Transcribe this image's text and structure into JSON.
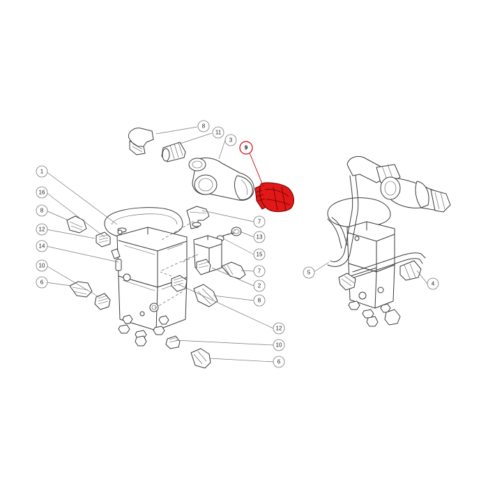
{
  "highlight": {
    "part": "9",
    "color": "#e01818"
  },
  "callouts": [
    {
      "id": "c8a",
      "label": "8"
    },
    {
      "id": "c11",
      "label": "11"
    },
    {
      "id": "c3",
      "label": "3"
    },
    {
      "id": "c9",
      "label": "9"
    },
    {
      "id": "c1",
      "label": "1"
    },
    {
      "id": "c16",
      "label": "16"
    },
    {
      "id": "c8b",
      "label": "8"
    },
    {
      "id": "c12a",
      "label": "12"
    },
    {
      "id": "c14",
      "label": "14"
    },
    {
      "id": "c10a",
      "label": "10"
    },
    {
      "id": "c6a",
      "label": "6"
    },
    {
      "id": "c7a",
      "label": "7"
    },
    {
      "id": "c13",
      "label": "13"
    },
    {
      "id": "c15",
      "label": "15"
    },
    {
      "id": "c7b",
      "label": "7"
    },
    {
      "id": "c2",
      "label": "2"
    },
    {
      "id": "c8c",
      "label": "8"
    },
    {
      "id": "c12b",
      "label": "12"
    },
    {
      "id": "c10b",
      "label": "10"
    },
    {
      "id": "c6b",
      "label": "6"
    },
    {
      "id": "c5",
      "label": "5"
    },
    {
      "id": "c4",
      "label": "4"
    }
  ]
}
